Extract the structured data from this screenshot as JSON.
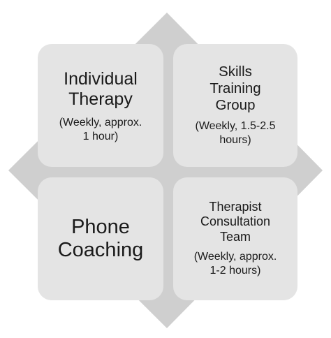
{
  "colors": {
    "diamond": "#cfcfcf",
    "box_fill": "#e4e4e4",
    "text": "#1a1a1a"
  },
  "boxes": {
    "individual_therapy": {
      "title": "Individual\nTherapy",
      "subtitle": "(Weekly, approx.\n1 hour)"
    },
    "skills_training_group": {
      "title": "Skills\nTraining\nGroup",
      "subtitle": "(Weekly, 1.5-2.5\nhours)"
    },
    "phone_coaching": {
      "title": "Phone\nCoaching"
    },
    "therapist_consultation_team": {
      "title": "Therapist\nConsultation\nTeam",
      "subtitle": "(Weekly, approx.\n1-2 hours)"
    }
  }
}
